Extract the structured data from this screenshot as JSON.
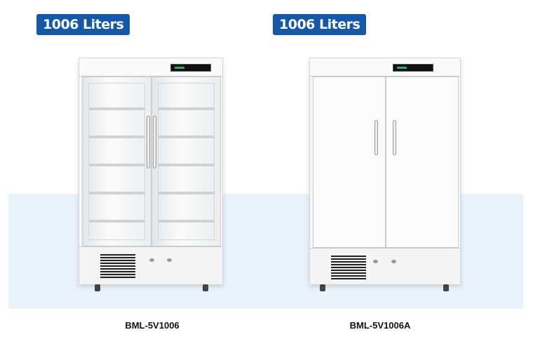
{
  "products": [
    {
      "capacity": "1006 Liters",
      "model": "BML-5V1006",
      "door_type": "glass"
    },
    {
      "capacity": "1006 Liters",
      "model": "BML-5V1006A",
      "door_type": "solid"
    }
  ],
  "colors": {
    "badge": "#1658a6",
    "band": "#e9f2fa"
  }
}
